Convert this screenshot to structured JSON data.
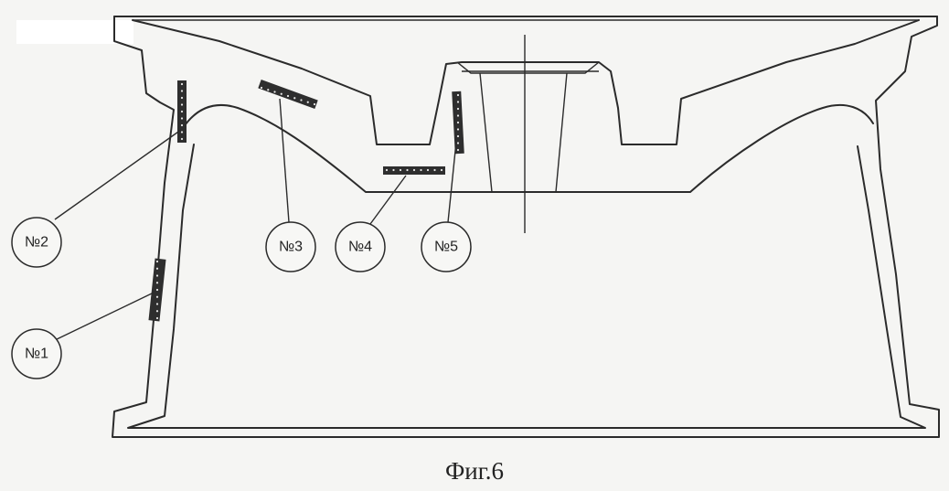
{
  "figure": {
    "caption": "Фиг.6"
  },
  "callouts": [
    {
      "id": "n1",
      "label": "№1"
    },
    {
      "id": "n2",
      "label": "№2"
    },
    {
      "id": "n3",
      "label": "№3"
    },
    {
      "id": "n4",
      "label": "№4"
    },
    {
      "id": "n5",
      "label": "№5"
    }
  ],
  "colors": {
    "line": "#2b2b2b",
    "gauge": "#2e2e2e",
    "background": "#f5f5f3"
  }
}
